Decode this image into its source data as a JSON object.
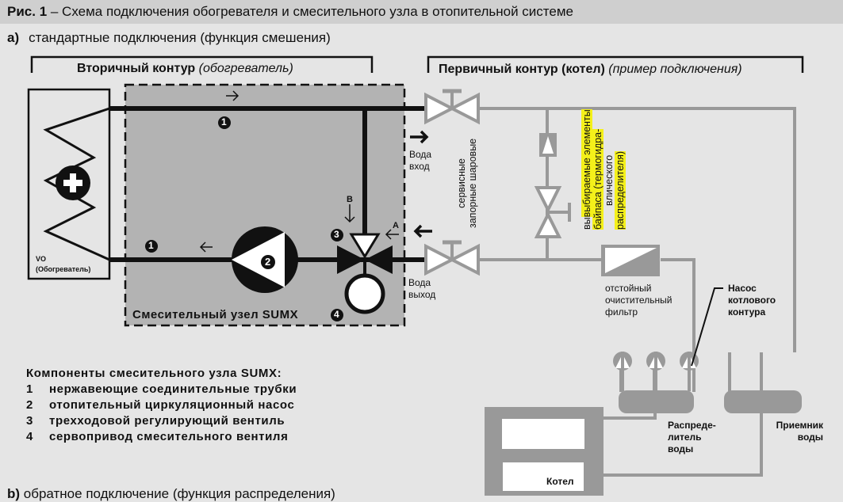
{
  "figure": {
    "label": "Рис. 1",
    "title": " – Схема подключения обогревателя и смесительного узла в отопительной системе"
  },
  "section_a": {
    "marker": "а)",
    "text": "стандартные подключения (функция смешения)"
  },
  "section_b": {
    "marker": "b)",
    "text": "обратное подключение (функция распределения)"
  },
  "secondary_circuit": {
    "title": "Вторичный контур",
    "subtitle": "(обогреватель)"
  },
  "primary_circuit": {
    "title": "Первичный контур (котел)",
    "subtitle": "(пример подключения)"
  },
  "heater": {
    "label_line1": "VO",
    "label_line2": "(Обогреватель)"
  },
  "mixing_unit": {
    "label": "Смесительный узел SUMX"
  },
  "markers": {
    "m1": "1",
    "m2": "2",
    "m3": "3",
    "m4": "4",
    "port_a": "A",
    "port_b": "B"
  },
  "water_in": {
    "line1": "Вода",
    "line2": "вход"
  },
  "water_out": {
    "line1": "Вода",
    "line2": "выход"
  },
  "ball_valves_label": {
    "line1": "сервисные",
    "line2": "запорные шаровые"
  },
  "bypass_label": {
    "line1": "выбираемые элементы",
    "line2": "байпаса (термогидра-",
    "line3": "влического",
    "line4": "распределителя)"
  },
  "filter_label": {
    "line1": "отстойный",
    "line2": "очистительный",
    "line3": "фильтр"
  },
  "boiler_pump_label": {
    "line1": "Насос",
    "line2": "котлового",
    "line3": "контура"
  },
  "distributor_label": {
    "line1": "Распреде-",
    "line2": "литель",
    "line3": "воды"
  },
  "collector_label": {
    "line1": "Приемник",
    "line2": "воды"
  },
  "boiler_label": "Котел",
  "components": {
    "title": "Компоненты смесительного узла SUMX:",
    "items": [
      {
        "num": "1",
        "text": "нержавеющие соединительные трубки"
      },
      {
        "num": "2",
        "text": "отопительный циркуляционный насос"
      },
      {
        "num": "3",
        "text": "трехходовой регулирующий вентиль"
      },
      {
        "num": "4",
        "text": "сервопривод смесительного вентиля"
      }
    ]
  },
  "colors": {
    "background": "#e5e5e5",
    "title_bar": "#cfcfcf",
    "mixing_unit_fill": "#b3b3b3",
    "pipe_dark": "#111111",
    "pipe_grey": "#999999",
    "highlight": "#f4f01a"
  }
}
